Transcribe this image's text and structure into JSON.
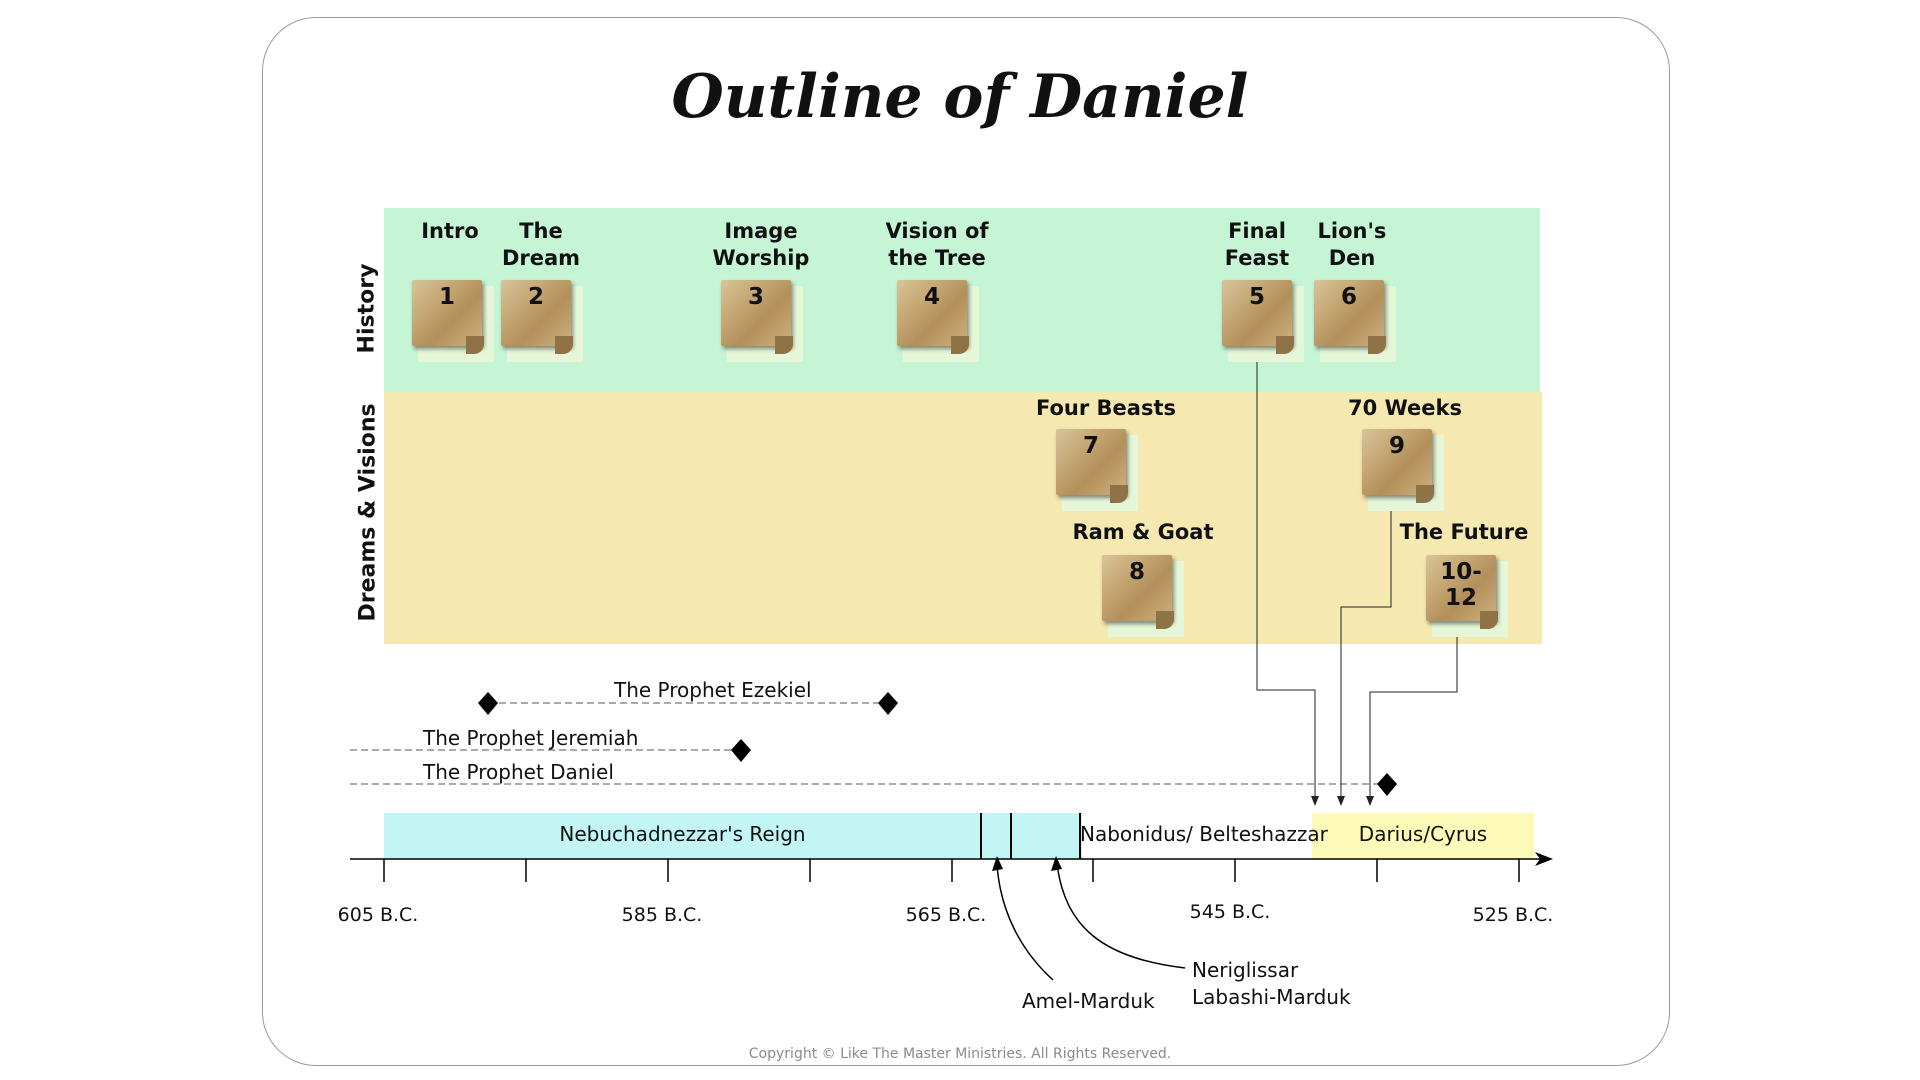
{
  "title": "Outline of Daniel",
  "colors": {
    "history_band": "#c5f5d5",
    "visions_band": "#f5e8b0",
    "reign_cyan": "#c3f5f5",
    "reign_yellow": "#fdf9b8"
  },
  "bands": {
    "history": "History",
    "visions": "Dreams & Visions"
  },
  "sections": [
    {
      "label": "Intro",
      "number": "1"
    },
    {
      "label": "The Dream",
      "number": "2"
    },
    {
      "label": "Image Worship",
      "number": "3"
    },
    {
      "label": "Vision of the Tree",
      "number": "4"
    },
    {
      "label": "Final Feast",
      "number": "5"
    },
    {
      "label": "Lion's Den",
      "number": "6"
    },
    {
      "label": "Four Beasts",
      "number": "7"
    },
    {
      "label": "Ram & Goat",
      "number": "8"
    },
    {
      "label": "70 Weeks",
      "number": "9"
    },
    {
      "label": "The Future",
      "number": "10-12"
    }
  ],
  "prophets": {
    "ezekiel": "The Prophet Ezekiel",
    "jeremiah": "The Prophet Jeremiah",
    "daniel": "The Prophet Daniel"
  },
  "reigns": {
    "nebuchadnezzar": "Nebuchadnezzar's Reign",
    "nabonidus": "Nabonidus/ Belteshazzar",
    "darius": "Darius/Cyrus"
  },
  "axis": {
    "t605": "605 B.C.",
    "t585": "585 B.C.",
    "t565": "565 B.C.",
    "t545": "545 B.C.",
    "t525": "525 B.C."
  },
  "kings": {
    "amel": "Amel-Marduk",
    "neriglissar": "Neriglissar",
    "labashi": "Labashi-Marduk"
  },
  "copyright": "Copyright © Like The Master Ministries. All Rights Reserved."
}
